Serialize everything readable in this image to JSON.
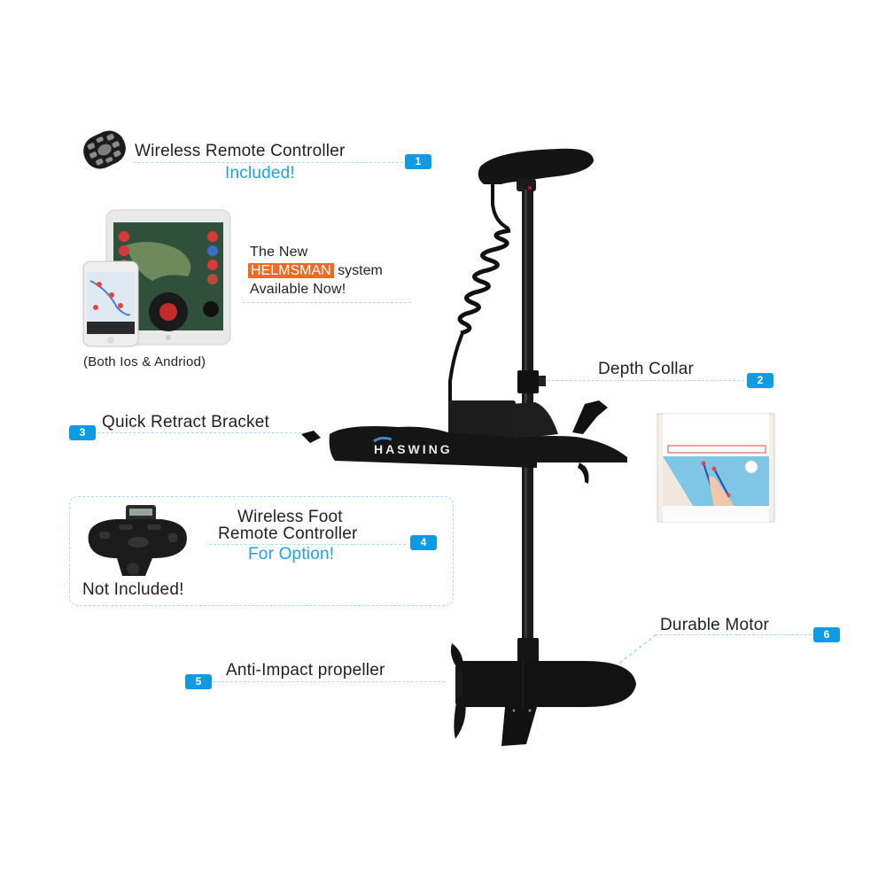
{
  "callouts": {
    "c1": {
      "number": "1",
      "title": "Wireless Remote Controller",
      "note": "Included!"
    },
    "helmsman": {
      "line1": "The New",
      "highlight": "HELMSMAN",
      "line2_suffix": "system",
      "line3": "Available Now!",
      "platforms": "(Both Ios & Andriod)"
    },
    "c2": {
      "number": "2",
      "title": "Depth Collar"
    },
    "c3": {
      "number": "3",
      "title": "Quick Retract Bracket"
    },
    "c4": {
      "number": "4",
      "title_line1": "Wireless Foot",
      "title_line2": "Remote Controller",
      "note": "For Option!",
      "status": "Not Included!"
    },
    "c5": {
      "number": "5",
      "title": "Anti-Impact propeller"
    },
    "c6": {
      "number": "6",
      "title": "Durable Motor"
    }
  },
  "brand_logo": "HASWING",
  "colors": {
    "accent_blue": "#0f9be3",
    "note_blue": "#1aa3e8",
    "highlight_orange": "#ec6a23",
    "dash": "#a9dcf3",
    "motor": "#141414"
  }
}
